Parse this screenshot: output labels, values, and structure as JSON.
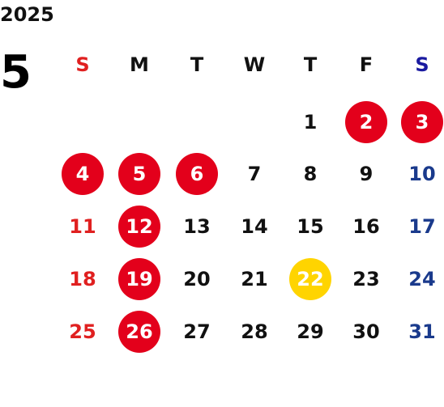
{
  "calendar": {
    "year": "2025",
    "month": "5",
    "weekdays": [
      "S",
      "M",
      "T",
      "W",
      "T",
      "F",
      "S"
    ],
    "colors": {
      "holiday_circle": "#e3001b",
      "today_circle": "#ffd400",
      "sunday_text": "#e02020",
      "saturday_text": "#1a3a8c",
      "weekday_header_sunday": "#e02020",
      "weekday_header_saturday": "#1a1aa0"
    },
    "weeks": [
      [
        null,
        null,
        null,
        null,
        {
          "d": "1"
        },
        {
          "d": "2",
          "holiday": true
        },
        {
          "d": "3",
          "holiday": true
        }
      ],
      [
        {
          "d": "4",
          "holiday": true
        },
        {
          "d": "5",
          "holiday": true
        },
        {
          "d": "6",
          "holiday": true
        },
        {
          "d": "7"
        },
        {
          "d": "8"
        },
        {
          "d": "9"
        },
        {
          "d": "10"
        }
      ],
      [
        {
          "d": "11"
        },
        {
          "d": "12",
          "holiday": true
        },
        {
          "d": "13"
        },
        {
          "d": "14"
        },
        {
          "d": "15"
        },
        {
          "d": "16"
        },
        {
          "d": "17"
        }
      ],
      [
        {
          "d": "18"
        },
        {
          "d": "19",
          "holiday": true
        },
        {
          "d": "20"
        },
        {
          "d": "21"
        },
        {
          "d": "22",
          "today": true
        },
        {
          "d": "23"
        },
        {
          "d": "24"
        }
      ],
      [
        {
          "d": "25"
        },
        {
          "d": "26",
          "holiday": true
        },
        {
          "d": "27"
        },
        {
          "d": "28"
        },
        {
          "d": "29"
        },
        {
          "d": "30"
        },
        {
          "d": "31"
        }
      ]
    ]
  }
}
